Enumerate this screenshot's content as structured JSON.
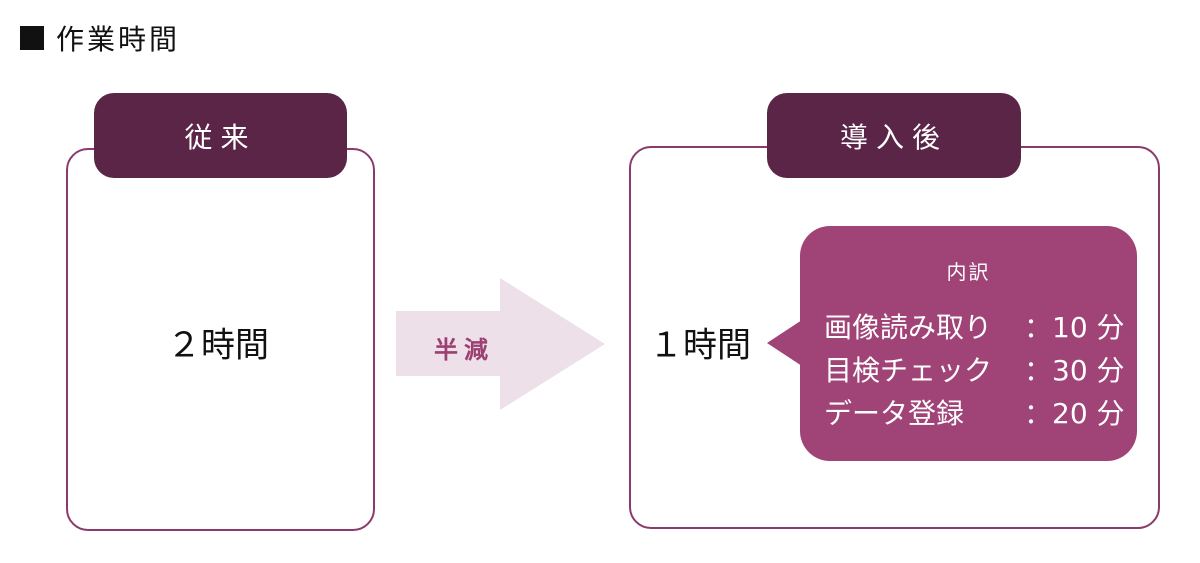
{
  "title": "作業時間",
  "before": {
    "tab": "従来",
    "time": "２時間"
  },
  "arrow": {
    "label": "半減"
  },
  "after": {
    "tab": "導入後",
    "time": "１時間",
    "breakdown": {
      "title": "内訳",
      "items": [
        {
          "label": "画像読み取り",
          "value": "：10 分"
        },
        {
          "label": "目検チェック",
          "value": "：30 分"
        },
        {
          "label": "データ登録",
          "value": "：20 分"
        }
      ]
    }
  },
  "colors": {
    "dark": "#5a2546",
    "accent": "#a04377",
    "arrow": "#ede0e8",
    "border": "#8c3a6b"
  }
}
